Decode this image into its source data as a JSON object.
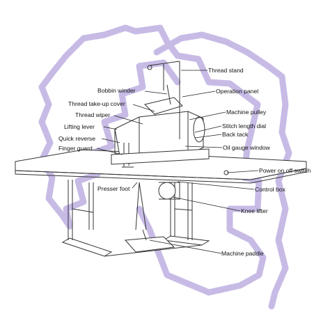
{
  "watermark": {
    "icon": "spartan-helmet-icon",
    "color": "#c7bbe6"
  },
  "labels": {
    "thread_stand": "Thread stand",
    "bobbin_winder": "Bobbin winder",
    "operation_panel": "Operation panel",
    "thread_takeup_cover": "Thread take-up cover",
    "thread_wiper": "Thread wiper",
    "machine_pulley": "Machine pulley",
    "lifting_lever": "Lifting lever",
    "stitch_length_dial": "Stitch length dial",
    "back_tack": "Back tack",
    "quick_reverse": "Quick reverse",
    "finger_guard": "Finger guard",
    "oil_gauge_window": "Oil gauge window",
    "power_switch": "Power on off switch",
    "presser_foot": "Presser foot",
    "control_box": "Control box",
    "knee_lifter": "Knee lifter",
    "machine_paddle": "Machine paddle"
  }
}
